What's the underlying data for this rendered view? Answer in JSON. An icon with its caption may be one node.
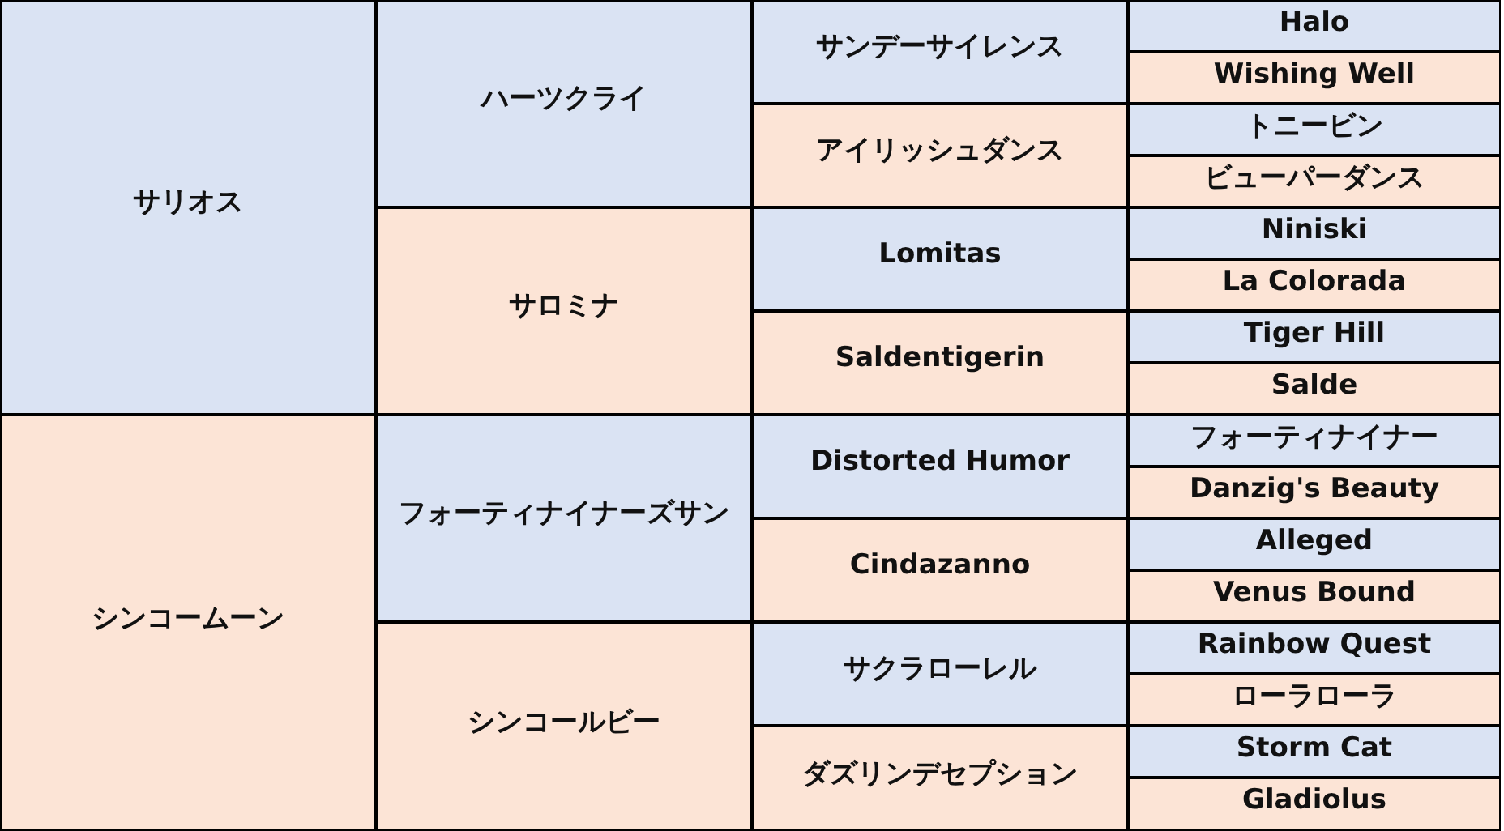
{
  "diagram": {
    "nodes": [
      {
        "text": [
          "サリオス"
        ]
      },
      {
        "text": [
          "ハーツクライ"
        ]
      },
      {
        "text": [
          "サンデーサイレンス"
        ]
      },
      {
        "text": [
          "Halo"
        ]
      },
      {
        "text": [
          "Wishing Well"
        ]
      },
      {
        "text": [
          "アイリッシュダンス"
        ]
      },
      {
        "text": [
          "トニービン"
        ]
      },
      {
        "text": [
          "ビューパーダンス"
        ]
      },
      {
        "text": [
          "サロミナ"
        ]
      },
      {
        "text": [
          "Lomitas"
        ]
      },
      {
        "text": [
          "Niniski"
        ]
      },
      {
        "text": [
          "La Colorada"
        ]
      },
      {
        "text": [
          "Saldentigerin"
        ]
      },
      {
        "text": [
          "Tiger Hill"
        ]
      },
      {
        "text": [
          "Salde"
        ]
      },
      {
        "text": [
          "シンコームーン"
        ]
      },
      {
        "text": [
          "フォーティナイナーズサン"
        ]
      },
      {
        "text": [
          "Distorted Humor"
        ]
      },
      {
        "text": [
          "フォーティナイナー"
        ]
      },
      {
        "text": [
          "Danzig's Beauty"
        ]
      },
      {
        "text": [
          "Cindazanno"
        ]
      },
      {
        "text": [
          "Alleged"
        ]
      },
      {
        "text": [
          "Venus Bound"
        ]
      },
      {
        "text": [
          "シンコールビー"
        ]
      },
      {
        "text": [
          "サクラローレル"
        ]
      },
      {
        "text": [
          "Rainbow Quest"
        ]
      },
      {
        "text": [
          "ローラローラ"
        ]
      },
      {
        "text": [
          "ダズリンデセプション"
        ]
      },
      {
        "text": [
          "Storm Cat"
        ]
      },
      {
        "text": [
          "Gladiolus"
        ]
      }
    ]
  }
}
